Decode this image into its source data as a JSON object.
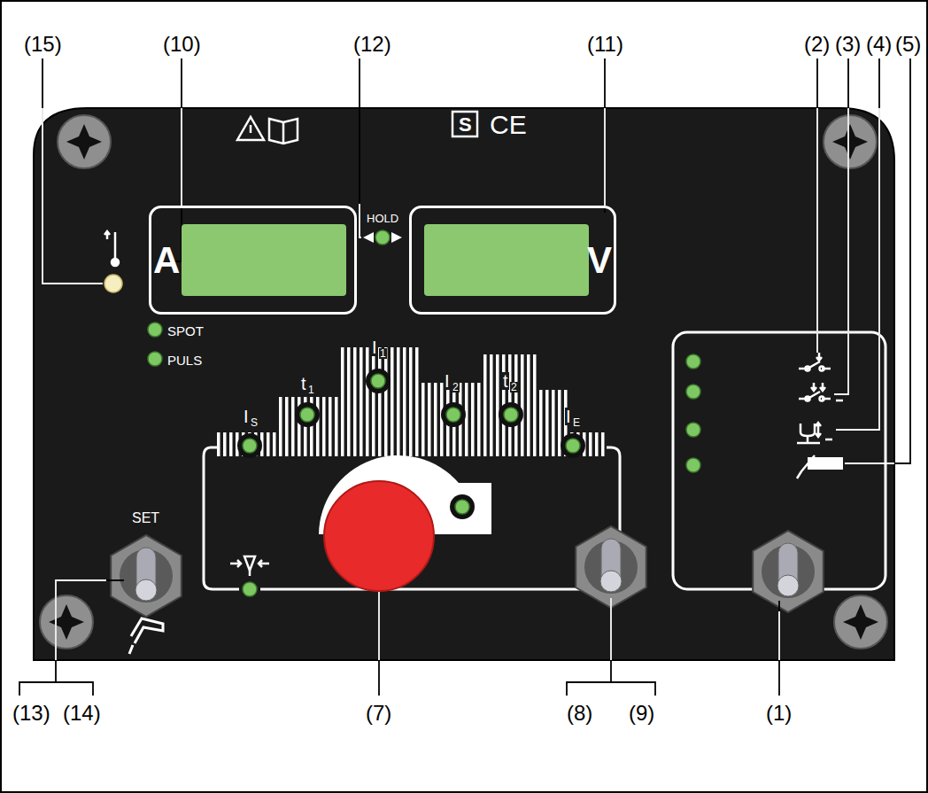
{
  "diagram": {
    "nodes": [
      {
        "text": [
          "A"
        ]
      },
      {
        "text": [
          "V"
        ]
      }
    ],
    "labels": [
      "(15)",
      "(10)",
      "(12)",
      "(11)",
      "(2)",
      "(3)",
      "(4)",
      "(5)",
      "HOLD",
      "S",
      "CE",
      "SPOT",
      "PULS",
      "I",
      "S",
      "t",
      "1",
      "I",
      "1",
      "I",
      "2",
      "t",
      "2",
      "I",
      "E",
      "SET",
      "(13)",
      "(14)",
      "(7)",
      "(8)",
      "(9)",
      "(1)"
    ]
  }
}
